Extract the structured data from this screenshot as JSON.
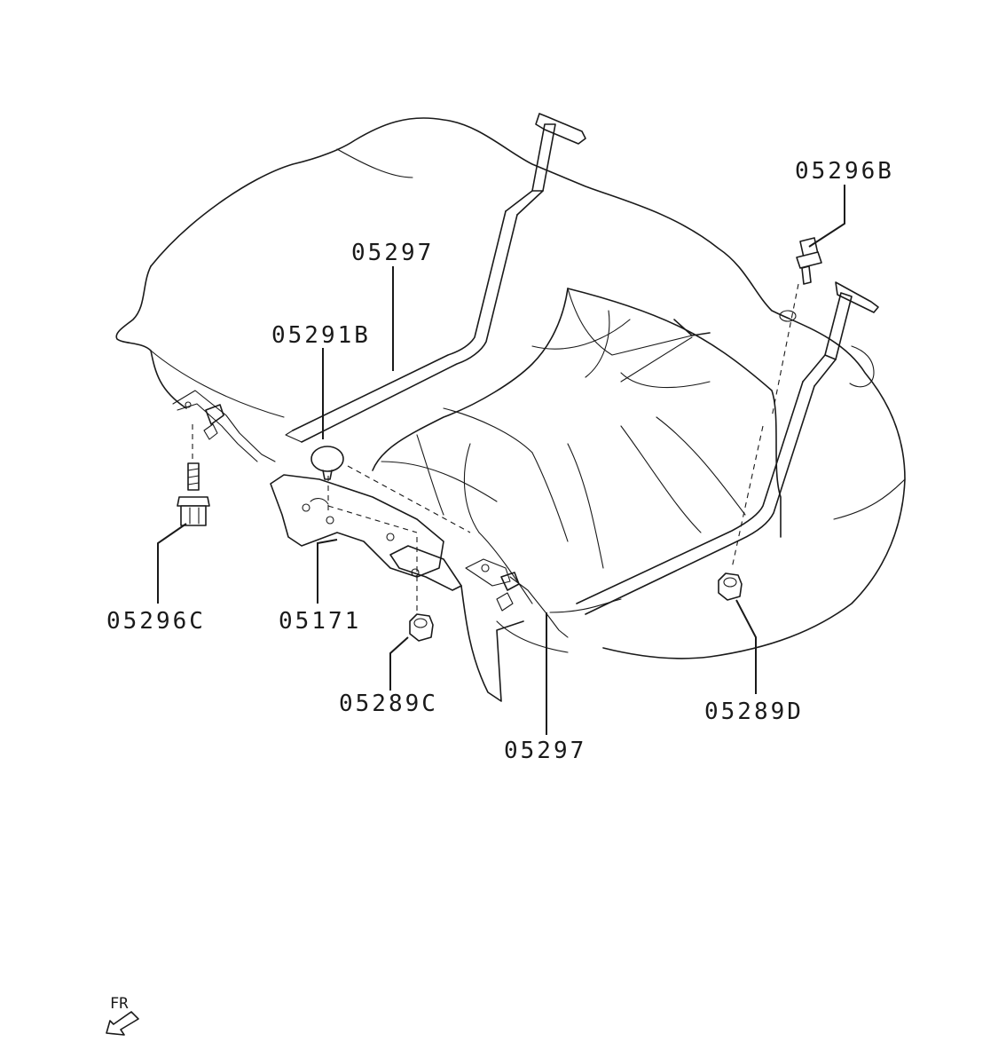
{
  "labels": {
    "strap_left": "05297",
    "strap_right": "05297",
    "clip": "05291B",
    "bolt_right": "05296B",
    "bolt_left": "05296C",
    "protector": "05171",
    "nut_center": "05289C",
    "nut_right": "05289D"
  },
  "direction": {
    "text": "FR"
  }
}
